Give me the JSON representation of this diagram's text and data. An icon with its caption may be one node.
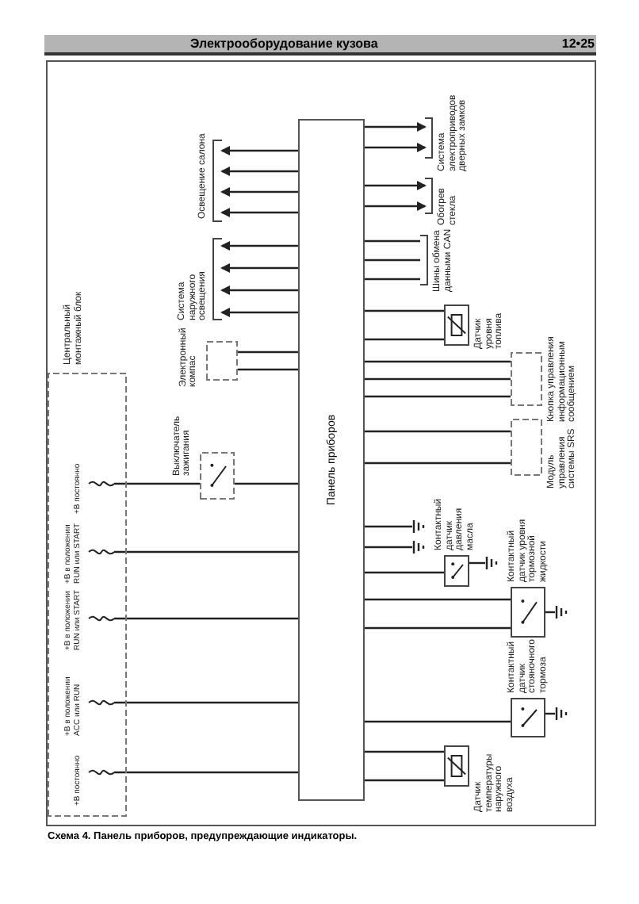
{
  "diagram": {
    "title": "Электрооборудование кузова",
    "caption": "Схема 4. Панель приборов, предупреждающие индикаторы.",
    "labels": [
      "12•25"
    ],
    "nodes": [
      {
        "text": [
          "Панель приборов"
        ]
      },
      {
        "text": [
          "Центральный монтажный блок"
        ]
      },
      {
        "text": [
          "+В постоянно"
        ],
        "in": 1
      },
      {
        "text": [
          "+В в положении RUN или START"
        ],
        "in": 1
      },
      {
        "text": [
          "+В в положении RUN или START"
        ],
        "in": 1
      },
      {
        "text": [
          "+В в положении ACC или RUN"
        ],
        "in": 1
      },
      {
        "text": [
          "+В постоянно"
        ],
        "in": 1
      },
      {
        "text": [
          "Выключатель зажигания"
        ]
      },
      {
        "text": [
          "Электронный компас"
        ]
      },
      {
        "text": [
          "Система наружного освещения"
        ]
      },
      {
        "text": [
          "Освещение салона"
        ]
      },
      {
        "text": [
          "Система электроприводов дверных замков"
        ]
      },
      {
        "text": [
          "Обогрев стекла"
        ]
      },
      {
        "text": [
          "Шины обмена данными CAN"
        ]
      },
      {
        "text": [
          "Датчик уровня топлива"
        ]
      },
      {
        "text": [
          "Кнопка управления информационным сообщением"
        ]
      },
      {
        "text": [
          "Модуль управления системы SRS"
        ]
      },
      {
        "text": [],
        "shape": "ground"
      },
      {
        "text": [],
        "shape": "ground"
      },
      {
        "text": [
          "Контактный датчик давления масла"
        ]
      },
      {
        "text": [],
        "shape": "ground"
      },
      {
        "text": [
          "Контактный датчик уровня тормозной жидкости"
        ]
      },
      {
        "text": [],
        "shape": "ground"
      },
      {
        "text": [
          "Контактный датчик стояночного тормоза"
        ]
      },
      {
        "text": [],
        "shape": "ground"
      },
      {
        "text": [
          "Датчик температуры наружного воздуха"
        ]
      }
    ],
    "edges": [
      {
        "from": 2,
        "to": 7,
        "arrow": "none"
      },
      {
        "from": 7,
        "to": 0,
        "arrow": "none"
      },
      {
        "from": 3,
        "to": 0,
        "arrow": "none"
      },
      {
        "from": 4,
        "to": 0,
        "arrow": "none"
      },
      {
        "from": 5,
        "to": 0,
        "arrow": "none"
      },
      {
        "from": 6,
        "to": 0,
        "arrow": "none"
      },
      {
        "from": 8,
        "to": 0,
        "arrow": "none"
      },
      {
        "from": 8,
        "to": 0,
        "arrow": "none"
      },
      {
        "from": 0,
        "to": 9,
        "arrow": "to"
      },
      {
        "from": 0,
        "to": 9,
        "arrow": "to"
      },
      {
        "from": 0,
        "to": 9,
        "arrow": "to"
      },
      {
        "from": 0,
        "to": 9,
        "arrow": "to"
      },
      {
        "from": 0,
        "to": 10,
        "arrow": "to"
      },
      {
        "from": 0,
        "to": 10,
        "arrow": "to"
      },
      {
        "from": 0,
        "to": 10,
        "arrow": "to"
      },
      {
        "from": 0,
        "to": 10,
        "arrow": "to"
      },
      {
        "from": 0,
        "to": 11,
        "arrow": "to"
      },
      {
        "from": 0,
        "to": 11,
        "arrow": "to"
      },
      {
        "from": 0,
        "to": 12,
        "arrow": "to"
      },
      {
        "from": 0,
        "to": 12,
        "arrow": "to"
      },
      {
        "from": 0,
        "to": 13,
        "arrow": "none"
      },
      {
        "from": 0,
        "to": 13,
        "arrow": "none"
      },
      {
        "from": 0,
        "to": 13,
        "arrow": "none"
      },
      {
        "from": 0,
        "to": 14,
        "arrow": "none"
      },
      {
        "from": 0,
        "to": 14,
        "arrow": "none"
      },
      {
        "from": 0,
        "to": 15,
        "arrow": "none"
      },
      {
        "from": 0,
        "to": 15,
        "arrow": "none"
      },
      {
        "from": 0,
        "to": 15,
        "arrow": "none"
      },
      {
        "from": 0,
        "to": 16,
        "arrow": "none"
      },
      {
        "from": 0,
        "to": 16,
        "arrow": "none"
      },
      {
        "from": 0,
        "to": 17,
        "arrow": "none"
      },
      {
        "from": 0,
        "to": 18,
        "arrow": "none"
      },
      {
        "from": 0,
        "to": 19,
        "arrow": "none"
      },
      {
        "from": 19,
        "to": 20,
        "arrow": "none"
      },
      {
        "from": 0,
        "to": 21,
        "arrow": "none"
      },
      {
        "from": 0,
        "to": 21,
        "arrow": "none"
      },
      {
        "from": 21,
        "to": 22,
        "arrow": "none"
      },
      {
        "from": 0,
        "to": 23,
        "arrow": "none"
      },
      {
        "from": 23,
        "to": 24,
        "arrow": "none"
      },
      {
        "from": 0,
        "to": 25,
        "arrow": "none"
      },
      {
        "from": 0,
        "to": 25,
        "arrow": "none"
      }
    ]
  }
}
